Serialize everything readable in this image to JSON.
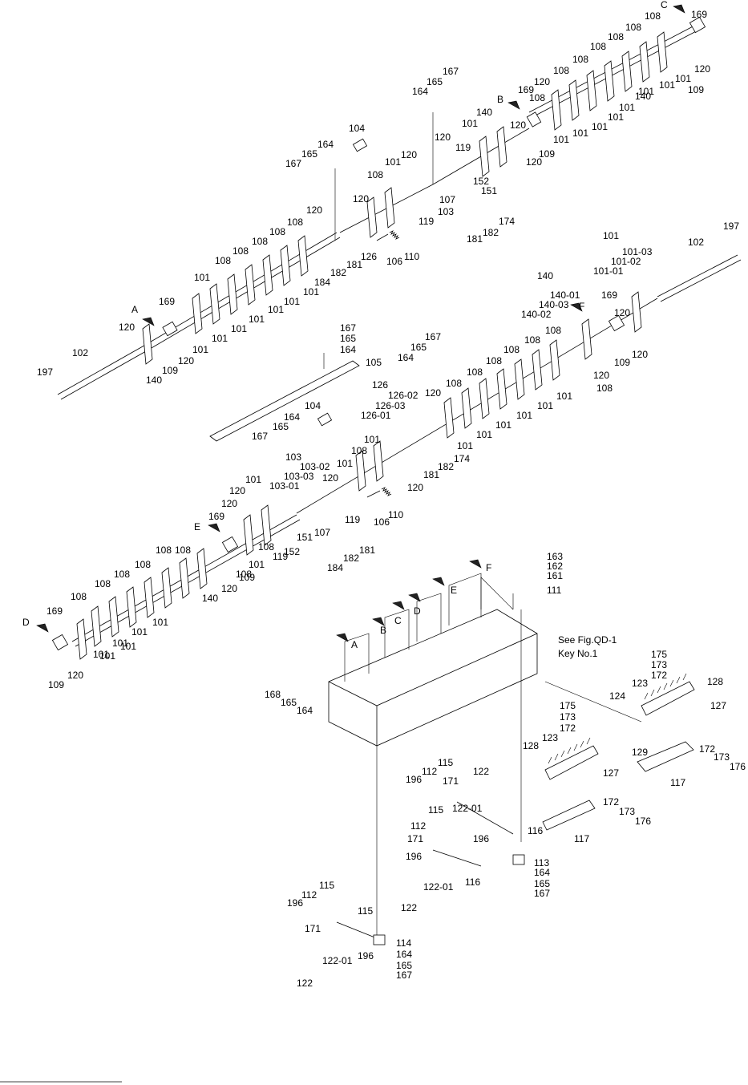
{
  "view_labels": [
    "A",
    "B",
    "C",
    "D",
    "E",
    "F"
  ],
  "reference_note": {
    "line1": "See Fig.QD-1",
    "line2": "Key No.1"
  },
  "callouts": [
    "169",
    "108",
    "108",
    "108",
    "108",
    "108",
    "108",
    "108",
    "140",
    "101",
    "101",
    "120",
    "109",
    "167",
    "165",
    "164",
    "169",
    "120",
    "140",
    "101",
    "120",
    "101",
    "101",
    "120",
    "109",
    "101",
    "101",
    "101",
    "101",
    "104",
    "165",
    "164",
    "167",
    "120",
    "119",
    "152",
    "151",
    "107",
    "120",
    "101",
    "108",
    "120",
    "103",
    "119",
    "120",
    "108",
    "108",
    "108",
    "108",
    "108",
    "101",
    "101",
    "101",
    "101",
    "101",
    "184",
    "182",
    "181",
    "126",
    "106",
    "110",
    "181",
    "182",
    "174",
    "169",
    "120",
    "109",
    "101",
    "120",
    "102",
    "197",
    "140",
    "101",
    "101",
    "101",
    "101-03",
    "101-02",
    "101-01",
    "102",
    "197",
    "140",
    "140-01",
    "140-03",
    "140-02",
    "169",
    "120",
    "109",
    "120",
    "120",
    "108",
    "167",
    "165",
    "164",
    "105",
    "167",
    "165",
    "164",
    "126",
    "126-02",
    "126-03",
    "126-01",
    "120",
    "108",
    "108",
    "108",
    "108",
    "108",
    "108",
    "101",
    "101",
    "101",
    "101",
    "101",
    "101",
    "174",
    "182",
    "181",
    "104",
    "164",
    "165",
    "167",
    "103",
    "103-02",
    "103-03",
    "103-01",
    "120",
    "101",
    "108",
    "101",
    "120",
    "110",
    "106",
    "119",
    "101",
    "120",
    "169",
    "120",
    "108",
    "101",
    "108",
    "119",
    "152",
    "151",
    "107",
    "184",
    "182",
    "181",
    "108",
    "108",
    "108",
    "108",
    "108",
    "108",
    "101",
    "101",
    "101",
    "101",
    "140",
    "120",
    "109",
    "169",
    "120",
    "109",
    "101",
    "101",
    "163",
    "162",
    "161",
    "111",
    "168",
    "165",
    "164",
    "175",
    "173",
    "172",
    "123",
    "128",
    "127",
    "124",
    "129",
    "175",
    "173",
    "172",
    "123",
    "128",
    "127",
    "172",
    "173",
    "176",
    "117",
    "172",
    "173",
    "176",
    "117",
    "122",
    "115",
    "112",
    "171",
    "196",
    "115",
    "122-01",
    "116",
    "196",
    "112",
    "171",
    "196",
    "116",
    "113",
    "164",
    "165",
    "167",
    "122-01",
    "122",
    "115",
    "112",
    "196",
    "171",
    "115",
    "122-01",
    "196",
    "114",
    "164",
    "165",
    "167",
    "122"
  ]
}
